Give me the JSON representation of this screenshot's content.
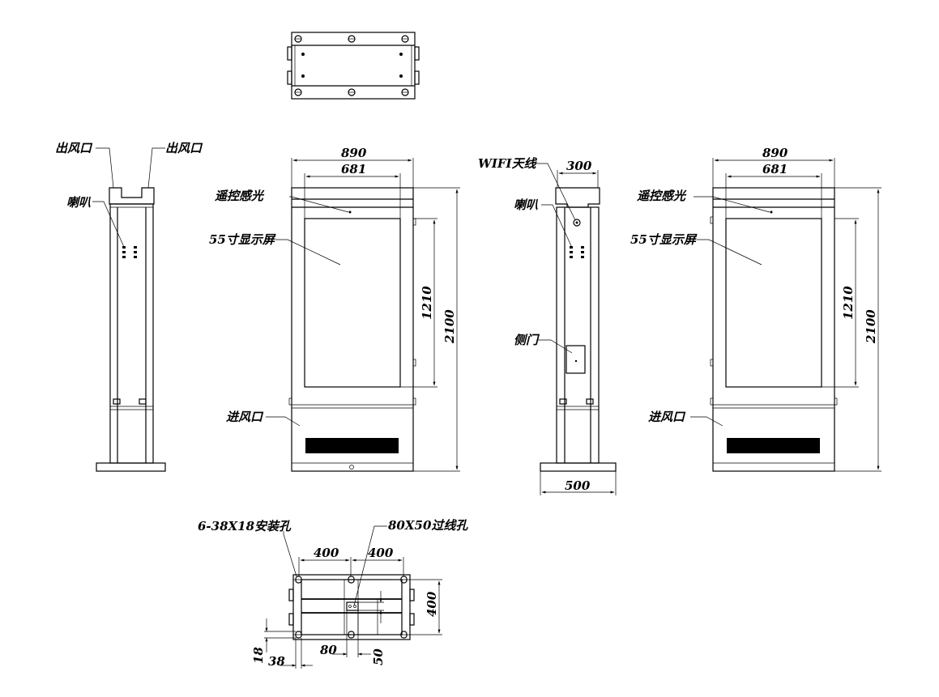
{
  "labels": {
    "air_outlet": "出风口",
    "speaker": "喇叭",
    "remote_sensor": "遥控感光",
    "display": "55寸显示屏",
    "air_inlet": "进风口",
    "wifi_antenna": "WIFI天线",
    "side_door": "侧门",
    "mount_holes": "6-38X18安装孔",
    "cable_hole": "80X50过线孔"
  },
  "dimensions": {
    "overall_width": "890",
    "screen_width": "681",
    "screen_height": "1210",
    "overall_height": "2100",
    "side_top_width": "300",
    "side_base_width": "500",
    "base_span_a": "400",
    "base_span_b": "400",
    "base_depth": "400",
    "hole_width": "18",
    "hole_length": "38",
    "cable_w": "80",
    "cable_h": "50"
  },
  "colors": {
    "line": "#000000",
    "background": "#ffffff"
  }
}
